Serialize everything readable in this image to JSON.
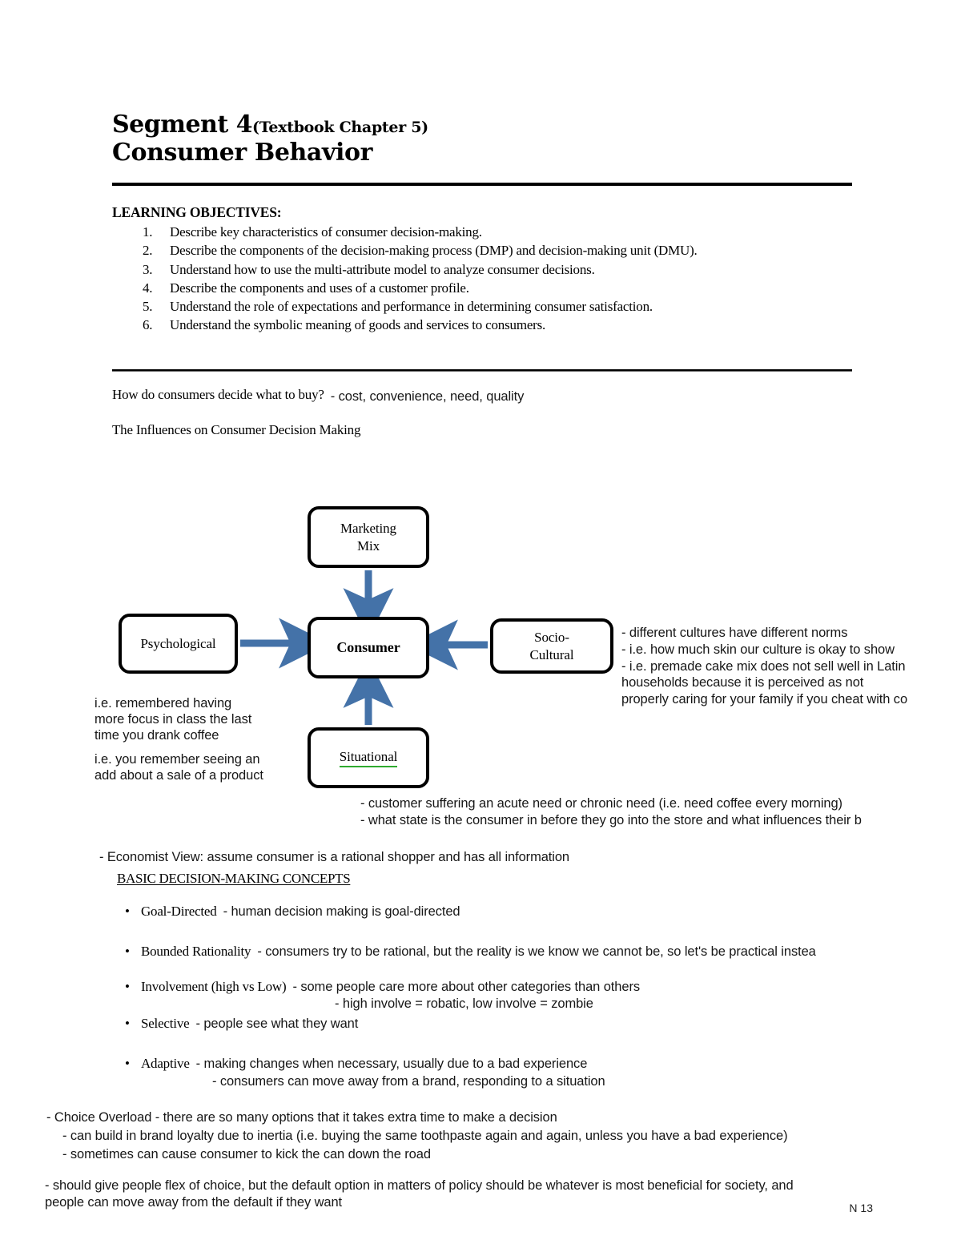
{
  "header": {
    "title_main": "Segment 4",
    "title_sub": "(Textbook Chapter 5)",
    "title_line2": "Consumer Behavior"
  },
  "learning_objectives": {
    "heading": "LEARNING OBJECTIVES:",
    "items": [
      {
        "num": "1.",
        "text": "Describe key characteristics of consumer decision-making."
      },
      {
        "num": "2.",
        "text": "Describe the components of the decision-making process (DMP) and decision-making unit (DMU)."
      },
      {
        "num": "3.",
        "text": "Understand how to use the multi-attribute model to analyze consumer decisions."
      },
      {
        "num": "4.",
        "text": "Describe the components and uses of a customer profile."
      },
      {
        "num": "5.",
        "text": "Understand the role of expectations and performance in determining consumer satisfaction."
      },
      {
        "num": "6.",
        "text": "Understand the symbolic meaning of goods and services to consumers."
      }
    ]
  },
  "body": {
    "question": "How do consumers decide what to buy?",
    "question_note": "- cost, convenience, need, quality",
    "influences_heading": "The Influences on Consumer Decision Making"
  },
  "diagram": {
    "marketing_mix": "Marketing\nMix",
    "consumer": "Consumer",
    "psychological": "Psychological",
    "socio_cultural": "Socio-\nCultural",
    "situational": "Situational",
    "arrow_color": "#4472A8",
    "spellcheck_underline_color": "#2faa2f"
  },
  "annotations": {
    "psychological_note_1": "i.e. remembered having\nmore focus in class the last\ntime you drank coffee",
    "psychological_note_2": "i.e. you remember seeing an\nadd about a sale of a product",
    "socio_note": "- different cultures have different norms\n- i.e. how much skin our culture is okay to show\n- i.e. premade cake mix does not sell well in Latin\nhouseholds because it is perceived as not\nproperly caring for your family if you cheat with co",
    "situational_note": "- customer suffering an acute need or chronic need (i.e. need coffee every morning)\n- what state is the consumer in before they go into the store and what influences their b"
  },
  "concepts": {
    "economist_view": "- Economist View: assume consumer is a rational shopper and has all information",
    "section_heading": "BASIC DECISION-MAKING CONCEPTS",
    "bullet_char": "•",
    "items": [
      {
        "term": "Goal-Directed",
        "note": "-  human decision making is goal-directed"
      },
      {
        "term": "Bounded Rationality",
        "note": "- consumers try to be rational, but the reality is we know we cannot be, so let's be practical instea"
      },
      {
        "term": "Involvement (high vs Low)",
        "note": "- some people care more about other categories than others"
      },
      {
        "term": "Selective",
        "note": "- people see what they want"
      },
      {
        "term": "Adaptive",
        "note": "- making changes when necessary, usually due to a bad experience"
      }
    ],
    "involvement_subnote": "- high involve = robatic, low involve = zombie",
    "adaptive_subnote": "- consumers can move away from a brand, responding to a situation"
  },
  "closing": {
    "choice_overload": "- Choice Overload - there are so many options that it takes extra time to make a decision",
    "choice_sub1": "- can build in brand loyalty due to inertia (i.e. buying the same toothpaste again and again, unless you have a bad experience)",
    "choice_sub2": "- sometimes can cause consumer to kick the can down the road",
    "default_policy": "- should give people flex of choice, but the default option in matters of policy should be whatever is most beneficial for society, and\npeople can move away from the default if they want",
    "page_marker": "N 13"
  }
}
